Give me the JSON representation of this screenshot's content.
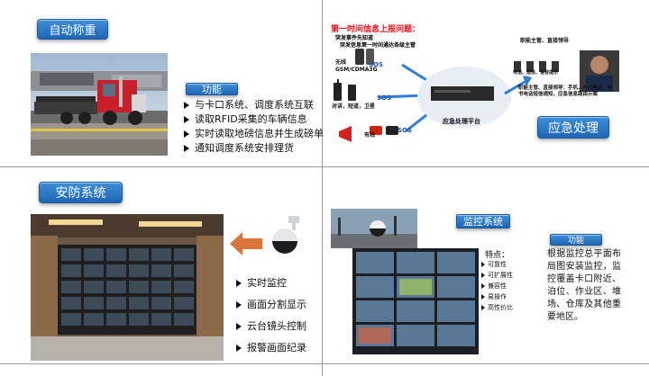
{
  "q1": {
    "title": "自动称重",
    "func_label": "功能",
    "items": [
      "与卡口系统、调度系统互联",
      "读取RFID采集的车辆信息",
      "实时读取地磅信息并生成磅单",
      "通知调度系统安排理货"
    ]
  },
  "q2": {
    "heading": "第一时间信息上报问题：",
    "sub1": "突发事件先知道",
    "sub2": "突发信息第一时间通达各级主管",
    "device1": "无线\nGSM/CDMA3G",
    "device2": "对讲，短道，卫星",
    "device3": "有线",
    "sos": "SOS",
    "platform": "应急处理平台",
    "right1": "职能主管、直接领导",
    "right2": "电话、短信、语音提示",
    "right3": "职能主管、直接领导：手机、办公电话、补书电话短信通知，应急信息路由示案",
    "title": "应急处理"
  },
  "q3": {
    "title": "安防系统",
    "items": [
      "实时监控",
      "画面分割显示",
      "云台镜头控制",
      "报警画面纪录"
    ]
  },
  "q4": {
    "title": "监控系统",
    "features_title": "特点：",
    "features": [
      "可靠性",
      "可扩展性",
      "兼容性",
      "易操作",
      "高性价比"
    ],
    "func_label": "功能",
    "func_text": "根据监控总平面布局图安装监控，监控覆盖卡口附近、泊位、作业区、堆场、仓库及其他重要地区。"
  },
  "colors": {
    "accent": "#2a7ad0",
    "red": "#e0141e",
    "divider": "#9a9a9a"
  }
}
